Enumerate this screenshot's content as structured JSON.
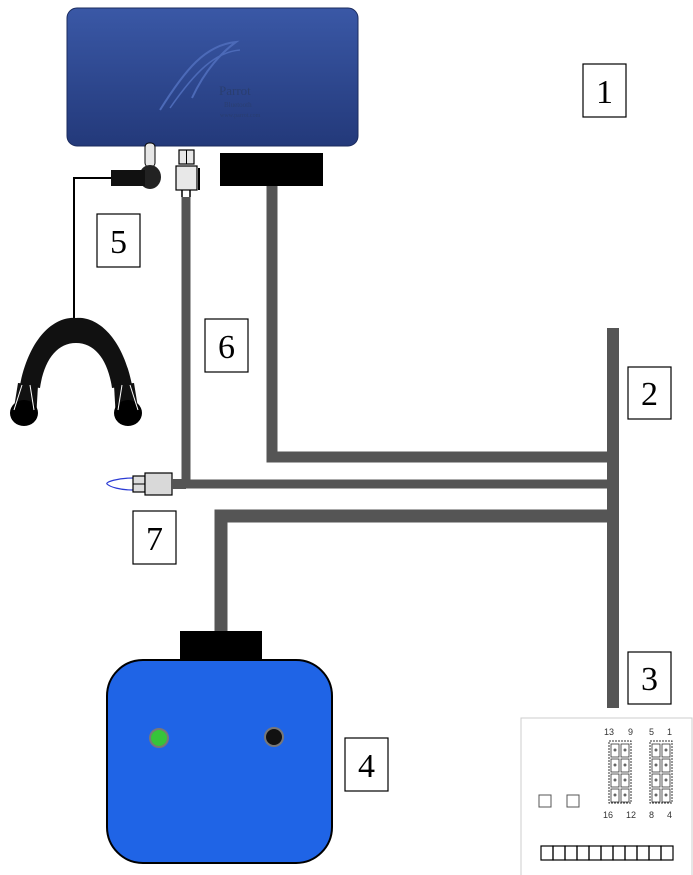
{
  "labels": {
    "unit_main": "1",
    "harness_connector": "2",
    "vehicle_connector": "3",
    "speaker_unit": "4",
    "headset_plug": "5",
    "antenna_cable": "6",
    "microphone_plug": "7"
  },
  "device": {
    "brand": "Parrot",
    "line2": "Bluetooth",
    "line3": "www.parrot.com"
  },
  "connector_pins": {
    "top": [
      "13",
      "9",
      "5",
      "1"
    ],
    "bottom": [
      "16",
      "12",
      "8",
      "4"
    ]
  },
  "colors": {
    "device_body": "#2f4b93",
    "speaker_body": "#1f64e6",
    "cable": "#555555",
    "led_green": "#36c43a",
    "led_black": "#111111",
    "mic_wire": "#2a3ad4"
  }
}
